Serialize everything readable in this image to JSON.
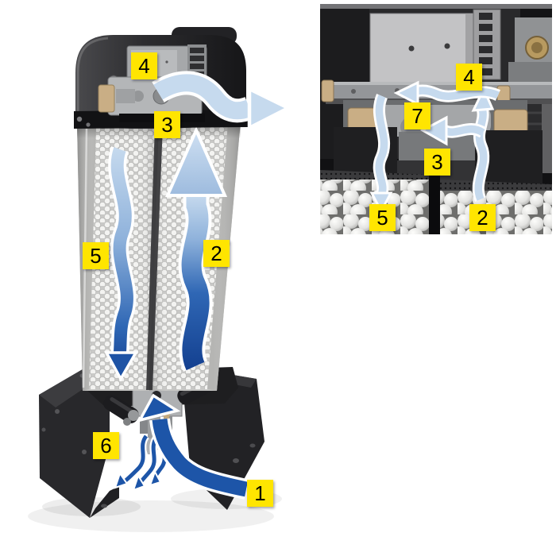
{
  "figure": {
    "background": "#ffffff",
    "colors": {
      "callout_bg": "#ffe500",
      "callout_text": "#000000",
      "flow_dark_blue": "#1d55a8",
      "flow_light_blue": "#c6daee",
      "device_dark": "#232325",
      "bead_white": "#f2f2f0"
    },
    "main_view": {
      "description": "Twin-tower desiccant dryer cutaway with airflow path",
      "callouts": [
        {
          "num": "4"
        },
        {
          "num": "3"
        },
        {
          "num": "5"
        },
        {
          "num": "2"
        },
        {
          "num": "6"
        },
        {
          "num": "1"
        }
      ]
    },
    "inset_view": {
      "description": "Close-up of upper valve block and control module",
      "callouts": [
        {
          "num": "4"
        },
        {
          "num": "7"
        },
        {
          "num": "3"
        },
        {
          "num": "5"
        },
        {
          "num": "2"
        }
      ]
    }
  }
}
